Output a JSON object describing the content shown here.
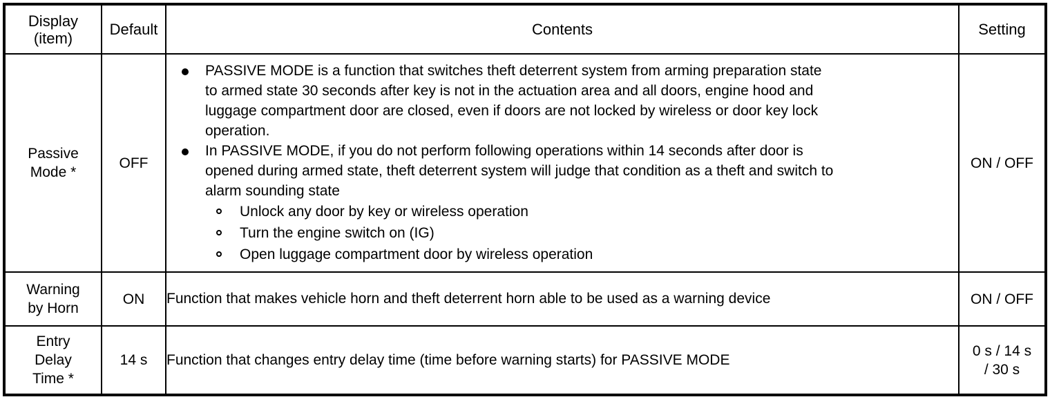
{
  "table": {
    "columns": [
      {
        "key": "display",
        "header_lines": [
          "Display",
          "(item)"
        ]
      },
      {
        "key": "default",
        "header_lines": [
          "Default"
        ]
      },
      {
        "key": "contents",
        "header_lines": [
          "Contents"
        ]
      },
      {
        "key": "setting",
        "header_lines": [
          "Setting"
        ]
      }
    ],
    "rows": [
      {
        "display_lines": [
          "Passive",
          "Mode *"
        ],
        "default": "OFF",
        "setting_lines": [
          "ON / OFF"
        ],
        "contents": {
          "bullets": [
            {
              "lines": [
                "PASSIVE MODE is a function that switches theft deterrent system from arming preparation state",
                "to armed state 30 seconds after key is not in the actuation area and all doors, engine hood and",
                "luggage compartment door are closed, even if doors are not locked by wireless or door key lock",
                "operation."
              ]
            },
            {
              "lines": [
                "In PASSIVE MODE, if you do not perform following operations within 14 seconds after door is",
                "opened during armed state, theft deterrent system will judge that condition as a theft and switch to",
                "alarm sounding state"
              ]
            }
          ],
          "subbullets": [
            "Unlock any door by key or wireless operation",
            "Turn the engine switch on (IG)",
            "Open luggage compartment door by wireless operation"
          ]
        }
      },
      {
        "display_lines": [
          "Warning",
          "by Horn"
        ],
        "default": "ON",
        "setting_lines": [
          "ON / OFF"
        ],
        "contents": {
          "text": "Function that makes vehicle horn and theft deterrent horn able to be used as a warning device"
        }
      },
      {
        "display_lines": [
          "Entry",
          "Delay",
          "Time *"
        ],
        "default": "14 s",
        "setting_lines": [
          "0 s / 14 s",
          "/ 30 s"
        ],
        "contents": {
          "text": "Function that changes entry delay time (time before warning starts) for PASSIVE MODE"
        }
      }
    ]
  },
  "style": {
    "border_color": "#000000",
    "text_color": "#000000",
    "background": "#ffffff"
  }
}
